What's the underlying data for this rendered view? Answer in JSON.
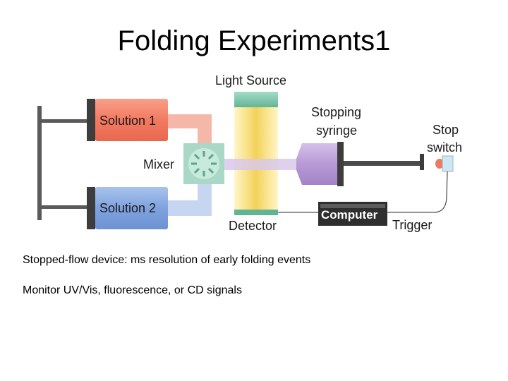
{
  "slide": {
    "title": "Folding Experiments1",
    "bullets": [
      "Stopped-flow device: ms resolution of early folding events",
      "Monitor UV/Vis, fluorescence, or CD signals"
    ]
  },
  "diagram": {
    "labels": {
      "light_source": "Light Source",
      "solution1": "Solution 1",
      "solution2": "Solution 2",
      "mixer": "Mixer",
      "stopping1": "Stopping",
      "stopping2": "syringe",
      "stop1": "Stop",
      "stop2": "switch",
      "detector": "Detector",
      "computer": "Computer",
      "trigger": "Trigger"
    },
    "colors": {
      "solution1": "#f27a60",
      "solution2": "#7fa3df",
      "stopping_syringe": "#b79ad6",
      "light_beam": "#f3d25a",
      "light_source": "#7cc7ad",
      "computer_box": "#2f2f2f",
      "stop_button": "#ee7b61"
    }
  }
}
